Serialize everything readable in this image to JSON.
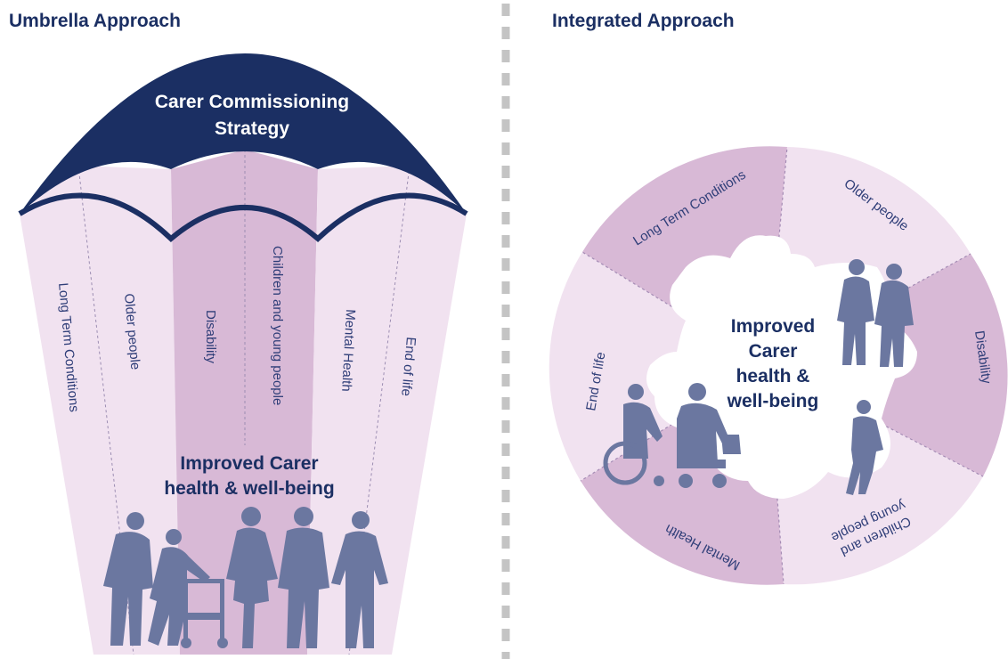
{
  "umbrella": {
    "title": "Umbrella Approach",
    "canopy_line1": "Carer Commissioning",
    "canopy_line2": "Strategy",
    "segments": [
      "Long Term Conditions",
      "Older people",
      "Disability",
      "Children and young people",
      "Mental Health",
      "End of life"
    ],
    "outcome_line1": "Improved Carer",
    "outcome_line2": "health & well-being"
  },
  "integrated": {
    "title": "Integrated Approach",
    "segments": [
      "Long Term Conditions",
      "Older people",
      "Disability",
      "Children and",
      "young people",
      "Mental Health",
      "End of life"
    ],
    "outcome_lines": [
      "Improved",
      "Carer",
      "health &",
      "well-being"
    ]
  },
  "colors": {
    "navy": "#1b2f63",
    "dark_pink": "#d8b9d6",
    "light_pink": "#f1e2f0",
    "silhouette": "#6b77a0",
    "divider": "#c4c4c4"
  }
}
